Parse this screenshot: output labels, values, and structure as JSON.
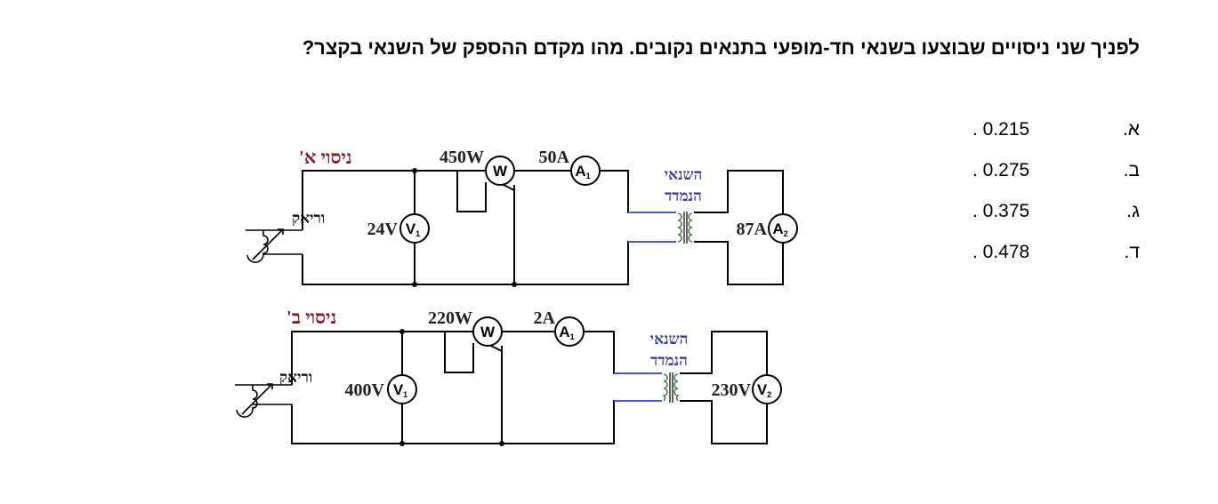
{
  "question": "לפניך שני ניסויים שבוצעו בשנאי חד-מופעי בתנאים נקובים. מהו מקדם ההספק של השנאי בקצר?",
  "options": [
    {
      "letter": "א.",
      "value": ". 0.215"
    },
    {
      "letter": "ב.",
      "value": ". 0.275"
    },
    {
      "letter": "ג.",
      "value": ". 0.375"
    },
    {
      "letter": "ד.",
      "value": ". 0.478"
    }
  ],
  "diagram": {
    "exp_a": {
      "title": "ניסוי א'",
      "variac": "וריאק",
      "v1_reading": "24V",
      "w_reading": "450W",
      "a1_reading": "50A",
      "secondary_reading": "87A",
      "transformer_line1": "השנאי",
      "transformer_line2": "הנמדד",
      "meter_w": "W",
      "meter_v1": "V",
      "meter_a1": "A",
      "meter_a2": "A",
      "sub1": "1",
      "sub2": "2"
    },
    "exp_b": {
      "title": "ניסוי ב'",
      "variac": "וריאק",
      "v1_reading": "400V",
      "w_reading": "220W",
      "a1_reading": "2A",
      "secondary_reading": "230V",
      "transformer_line1": "השנאי",
      "transformer_line2": "הנמדד",
      "meter_w": "W",
      "meter_v1": "V",
      "meter_a1": "A",
      "meter_v2": "V",
      "sub1": "1",
      "sub2": "2"
    }
  }
}
